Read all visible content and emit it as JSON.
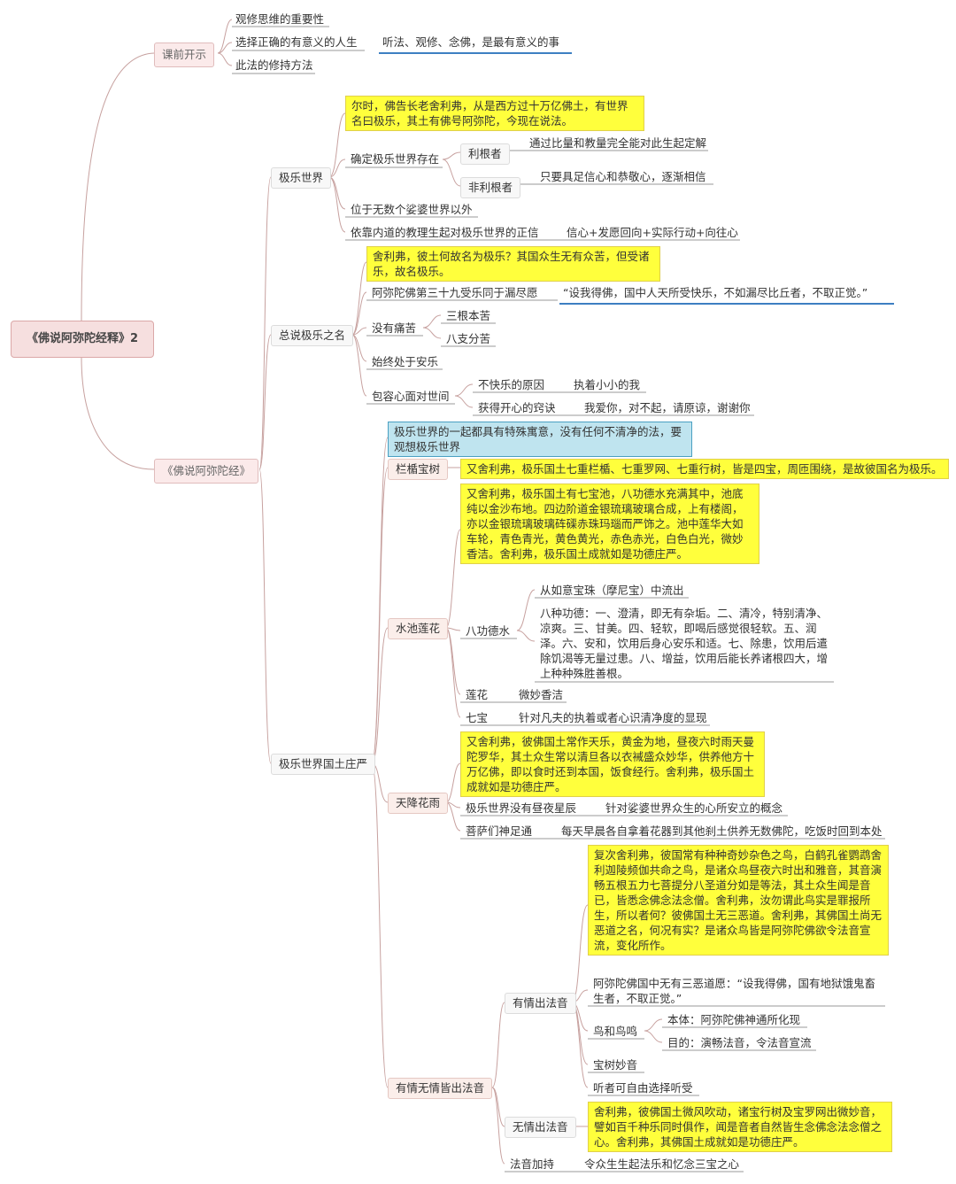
{
  "root": "《佛说阿弥陀经释》2",
  "branch1": {
    "title": "课前开示",
    "items": [
      "观修思维的重要性",
      "选择正确的有意义的人生",
      "此法的修持方法"
    ],
    "note": "听法、观修、念佛，是最有意义的事"
  },
  "branch2": {
    "title": "《佛说阿弥陀经》",
    "jile": {
      "title": "极乐世界",
      "quote": "尔时，佛告长老舍利弗，从是西方过十万亿佛土，有世界名曰极乐，其土有佛号阿弥陀，今现在说法。",
      "confirm": "确定极乐世界存在",
      "sharp": "利根者",
      "sharp_note": "通过比量和教量完全能对此生起定解",
      "dull": "非利根者",
      "dull_note": "只要具足信心和恭敬心，逐渐相信",
      "beyond": "位于无数个娑婆世界以外",
      "rely": "依靠内道的教理生起对极乐世界的正信",
      "rely_note": "信心+发愿回向+实际行动+向往心"
    },
    "name": {
      "title": "总说极乐之名",
      "quote": "舍利弗，彼土何故名为极乐？其国众生无有众苦，但受诸乐，故名极乐。",
      "vow": "阿弥陀佛第三十九受乐同于漏尽愿",
      "vow_note": "“设我得佛，国中人天所受快乐，不如漏尽比丘者，不取正觉。”",
      "nopain": "没有痛苦",
      "pain1": "三根本苦",
      "pain2": "八支分苦",
      "peace": "始终处于安乐",
      "tolerance": "包容心面对世间",
      "unhappy": "不快乐的原因",
      "unhappy_note": "执着小小的我",
      "happy": "获得开心的窍诀",
      "happy_note": "我爱你，对不起，请原谅，谢谢你"
    },
    "adorn": {
      "title": "极乐世界国土庄严",
      "blue_note": "极乐世界的一起都具有特殊寓意，没有任何不清净的法，要观想极乐世界",
      "railing": "栏楯宝树",
      "railing_quote": "又舍利弗，极乐国土七重栏楯、七重罗网、七重行树，皆是四宝，周匝围绕，是故彼国名为极乐。",
      "pond": "水池莲花",
      "pond_quote": "又舍利弗，极乐国土有七宝池，八功德水充满其中，池底纯以金沙布地。四边阶道金银琉璃玻璃合成，上有楼阁，亦以金银琉璃玻璃砗磲赤珠玛瑙而严饰之。池中莲华大如车轮，青色青光，黄色黄光，赤色赤光，白色白光，微妙香洁。舍利弗，极乐国土成就如是功德庄严。",
      "water": "八功德水",
      "water_source": "从如意宝珠（摩尼宝）中流出",
      "water_desc": "八种功德：一、澄清，即无有杂垢。二、清冷，特别清净、凉爽。三、甘美。四、轻软，即喝后感觉很轻软。五、润泽。六、安和，饮用后身心安乐和适。七、除患，饮用后遣除饥渴等无量过患。八、增益，饮用后能长养诸根四大，增上种种殊胜善根。",
      "lotus": "莲花",
      "lotus_note": "微妙香洁",
      "seven": "七宝",
      "seven_note": "针对凡夫的执着或者心识清净度的显现",
      "rain": "天降花雨",
      "rain_quote": "又舍利弗，彼佛国土常作天乐，黄金为地，昼夜六时雨天曼陀罗华，其土众生常以清旦各以衣裓盛众妙华，供养他方十万亿佛，即以食时还到本国，饭食经行。舍利弗，极乐国土成就如是功德庄严。",
      "nonight": "极乐世界没有昼夜星辰",
      "nonight_note": "针对娑婆世界众生的心所安立的概念",
      "bodhi": "菩萨们神足通",
      "bodhi_note": "每天早晨各自拿着花器到其他刹土供养无数佛陀，吃饭时回到本处",
      "sound": "有情无情皆出法音",
      "sentient": "有情出法音",
      "sentient_quote": "复次舍利弗，彼国常有种种奇妙杂色之鸟，白鹤孔雀鹦鹉舍利迦陵频伽共命之鸟，是诸众鸟昼夜六时出和雅音，其音演畅五根五力七菩提分八圣道分如是等法，其土众生闻是音已，皆悉念佛念法念僧。舍利弗，汝勿谓此鸟实是罪报所生，所以者何？彼佛国土无三恶道。舍利弗，其佛国土尚无恶道之名，何况有实？是诸众鸟皆是阿弥陀佛欲令法音宣流，变化所作。",
      "sentient_vow": "阿弥陀佛国中无有三恶道愿：“设我得佛，国有地狱饿鬼畜生者，不取正觉。”",
      "birds": "鸟和鸟鸣",
      "birds_essence": "本体：阿弥陀佛神通所化现",
      "birds_purpose": "目的：演畅法音，令法音宣流",
      "tree": "宝树妙音",
      "listen": "听者可自由选择听受",
      "insentient": "无情出法音",
      "insentient_quote": "舍利弗，彼佛国土微风吹动，诸宝行树及宝罗网出微妙音，譬如百千种乐同时俱作，闻是音者自然皆生念佛念法念僧之心。舍利弗，其佛国土成就如是功德庄严。",
      "bless": "法音加持",
      "bless_note": "令众生生起法乐和忆念三宝之心"
    }
  }
}
